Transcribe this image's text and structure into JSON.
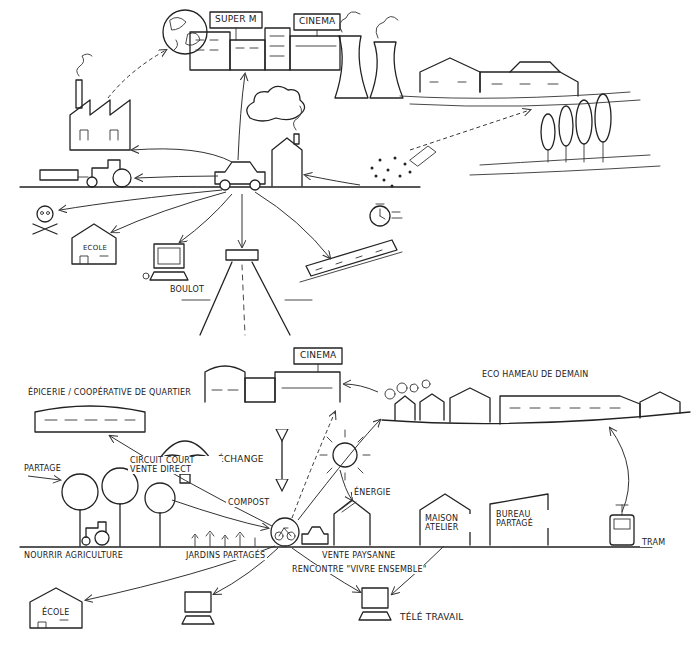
{
  "diagram": {
    "labels": [
      "SUPER M",
      "CINEMA",
      "ECOLE",
      "BOULOT",
      "ÉPICERIE / COOPÉRATIVE DE QUARTIER",
      "CINEMA",
      "ECO HAMEAU DE DEMAIN",
      "ÉCHANGE",
      "PARTAGE",
      "CIRCUIT COURT VENTE DIRECT",
      "COMPOST",
      "ÉNERGIE",
      "NOURRIR AGRICULTURE",
      "JARDINS PARTAGÉS",
      "VENTE PAYSANNE",
      "RENCONTRE \"VIVRE ENSEMBLE\"",
      "MAISON ATELIER",
      "BUREAU PARTAGÉ",
      "TRAM",
      "ÉCOLE",
      "TÉLÉ TRAVAIL"
    ]
  }
}
